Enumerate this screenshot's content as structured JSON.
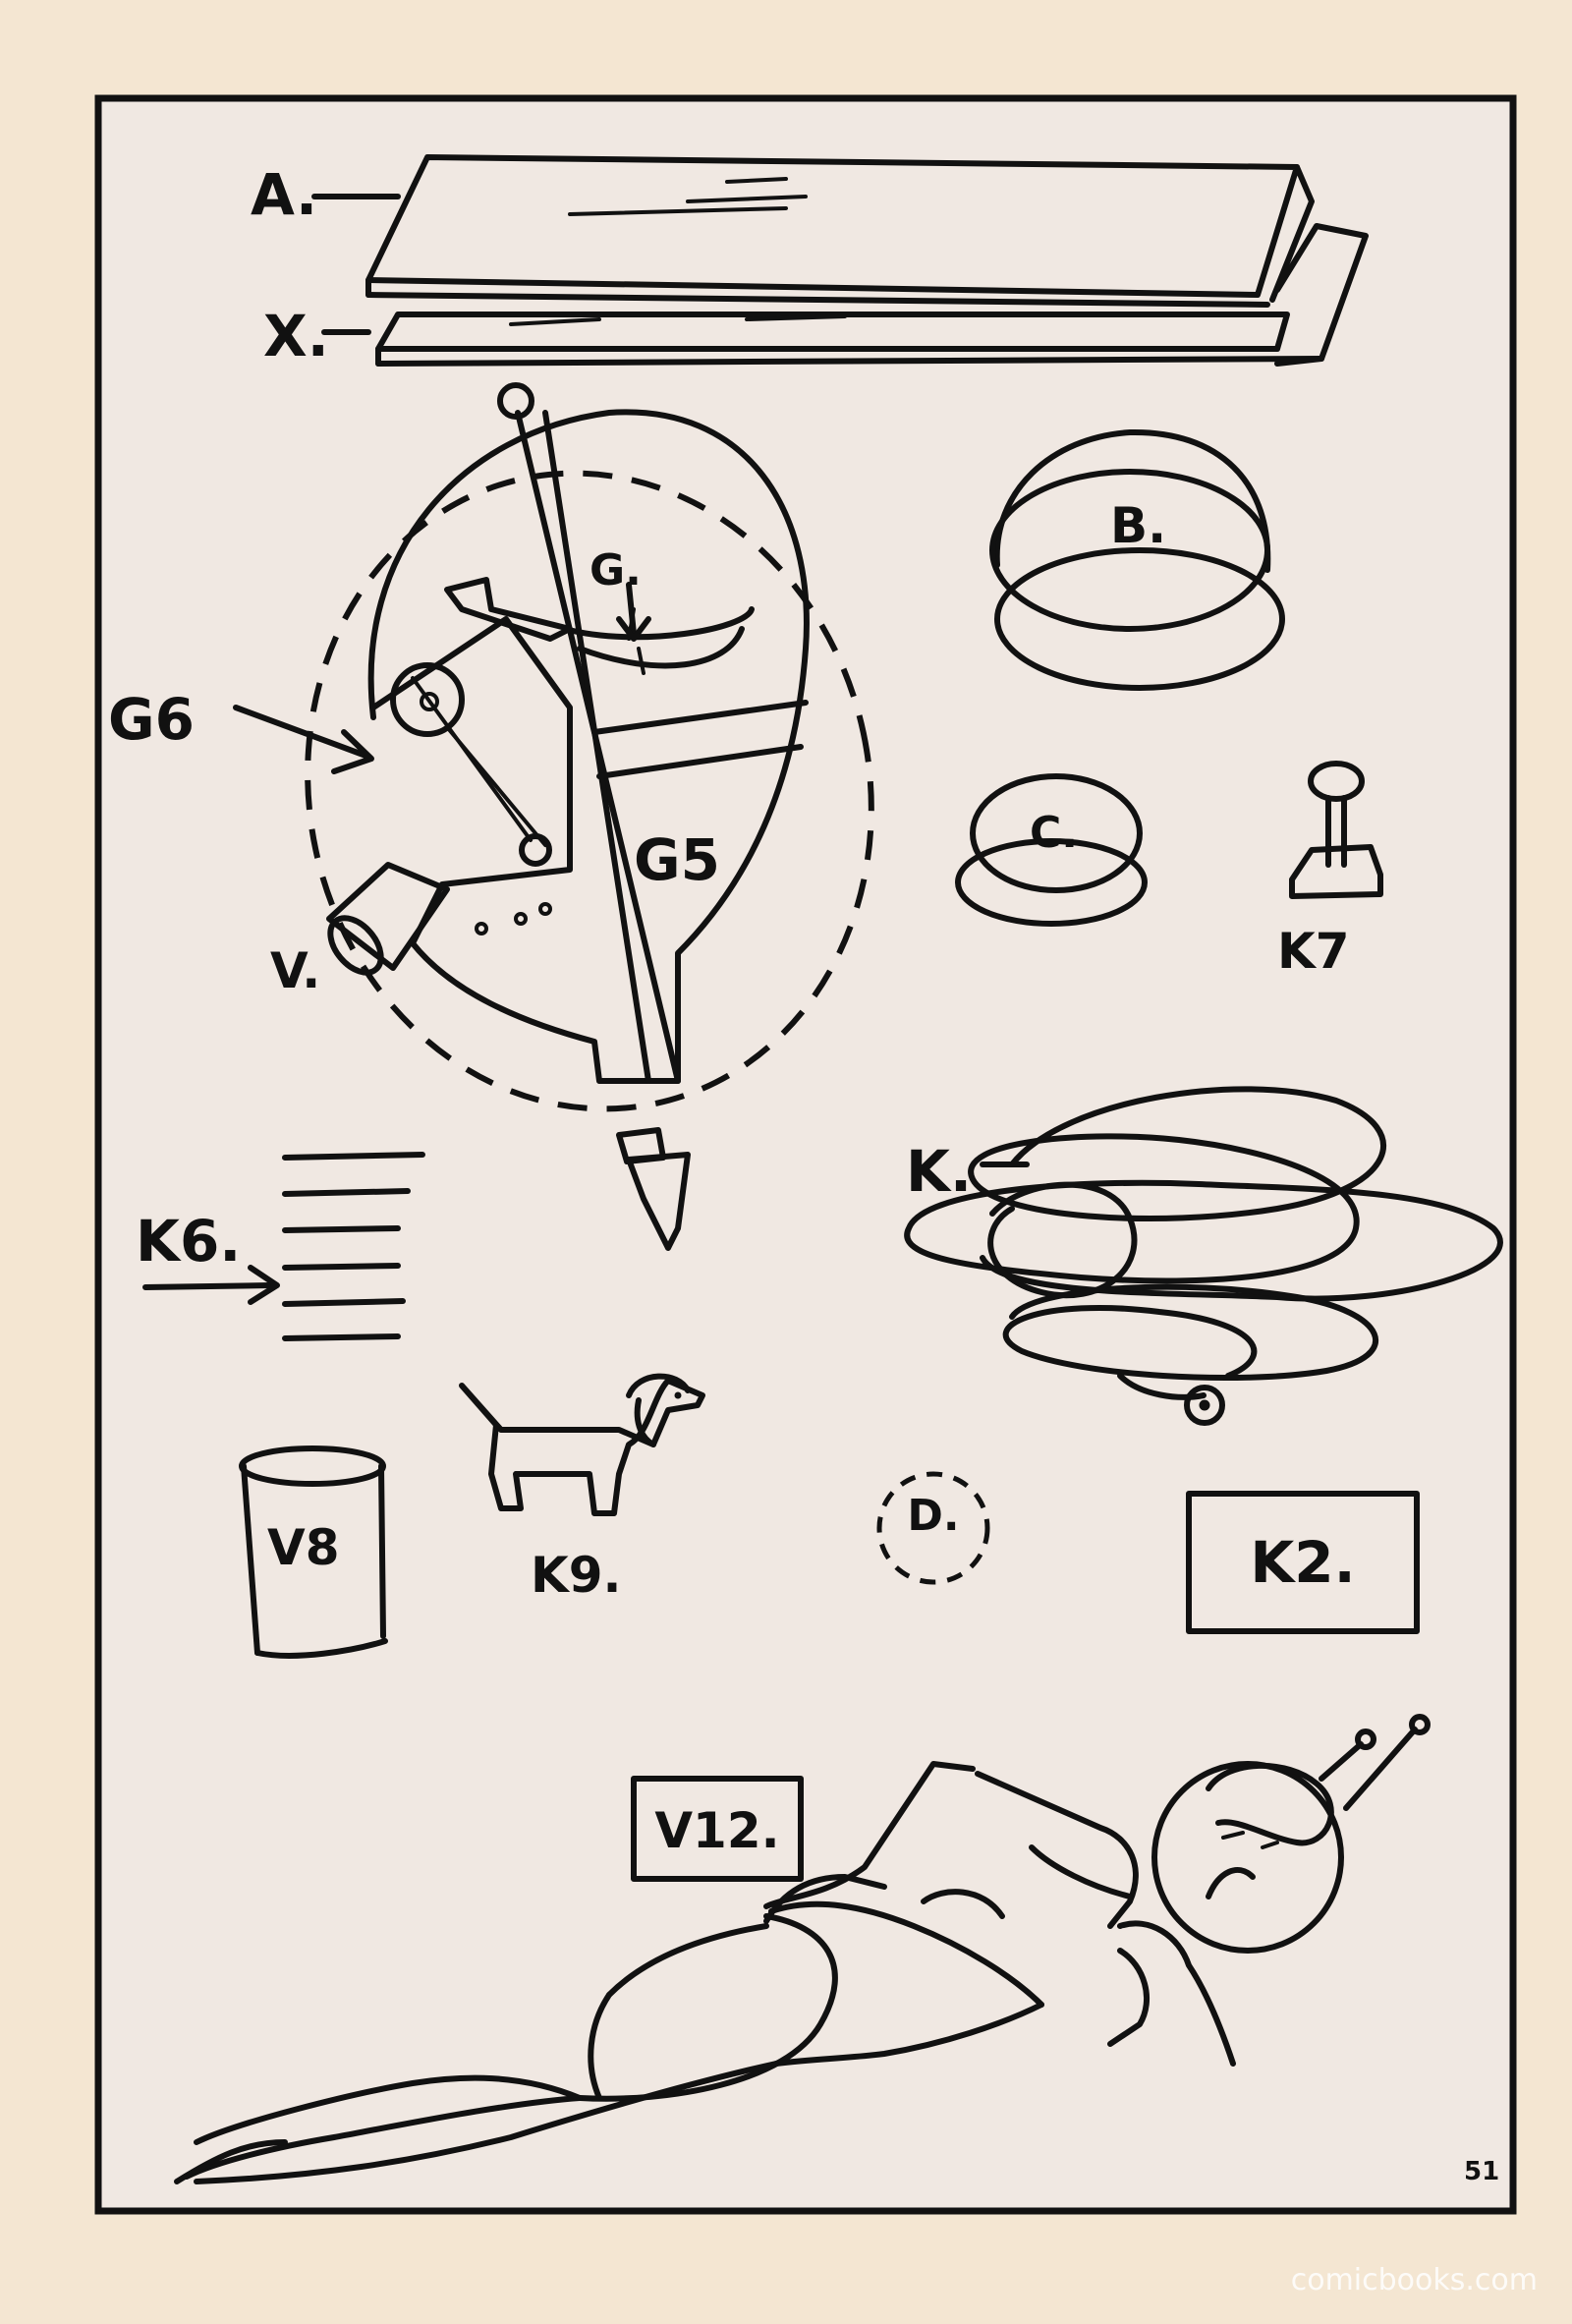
{
  "labels": {
    "a": "A.",
    "x": "X.",
    "b": "B.",
    "g": "G.",
    "g6": "G6",
    "g5": "G5",
    "c": "C.",
    "k7": "K7",
    "v": "V.",
    "k": "K.",
    "k6": "K6.",
    "v8": "V8",
    "k9": "K9.",
    "d": "D.",
    "k2": "K2.",
    "v12": "V12."
  },
  "page_number": "51",
  "watermark": "comicbooks.com"
}
